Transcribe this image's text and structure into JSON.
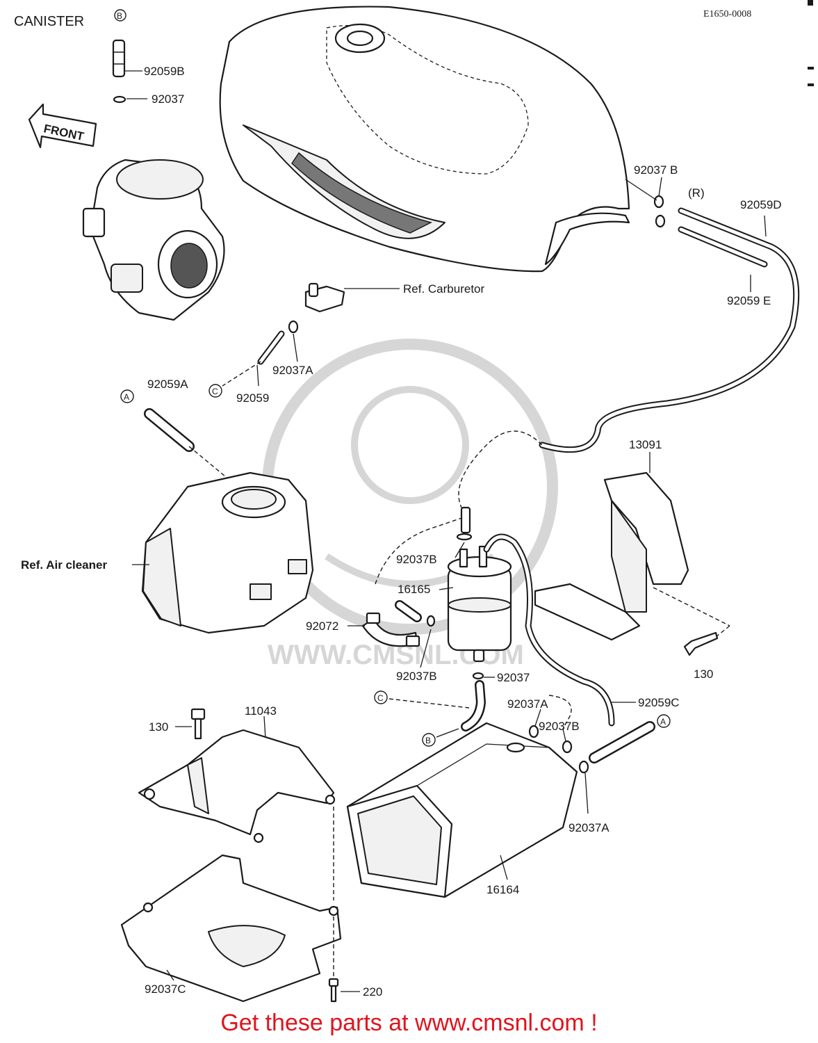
{
  "title": "CANISTER",
  "title_circle": "B",
  "diagram_code": "E1650-0008",
  "front_arrow": "FRONT",
  "watermark": "WWW.CMSNL.COM",
  "ref_labels": {
    "carburetor": "Ref. Carburetor",
    "air_cleaner": "Ref. Air cleaner"
  },
  "side_marker": "(R)",
  "part_numbers": {
    "p92059B": "92059B",
    "p92037_top": "92037",
    "p92037B_tank": "92037 B",
    "p92059D": "92059D",
    "p92059E": "92059 E",
    "p92037A_carb": "92037A",
    "p92059": "92059",
    "p92059A": "92059A",
    "p13091": "13091",
    "p92037B_valve": "92037B",
    "p16165": "16165",
    "p92072": "92072",
    "p92037B_clamp": "92037B",
    "p92037_valve": "92037",
    "p130_right": "130",
    "p92059C": "92059C",
    "p92037A_can": "92037A",
    "p92037B_can": "92037B",
    "p92037A_lower": "92037A",
    "p130_left": "130",
    "p11043": "11043",
    "p16164": "16164",
    "p92037C": "92037C",
    "p220": "220"
  },
  "connection_markers": {
    "A_left": "A",
    "A_right": "A",
    "B_canister": "B",
    "C_carb": "C",
    "C_valve": "C"
  },
  "icons": [
    "front-arrow-icon",
    "circle-marker-icon"
  ],
  "colors": {
    "line": "#1a1a1a",
    "cta": "#e0141e",
    "watermark": "#d6d6d6"
  },
  "cta_text": "Get these parts at www.cmsnl.com !"
}
